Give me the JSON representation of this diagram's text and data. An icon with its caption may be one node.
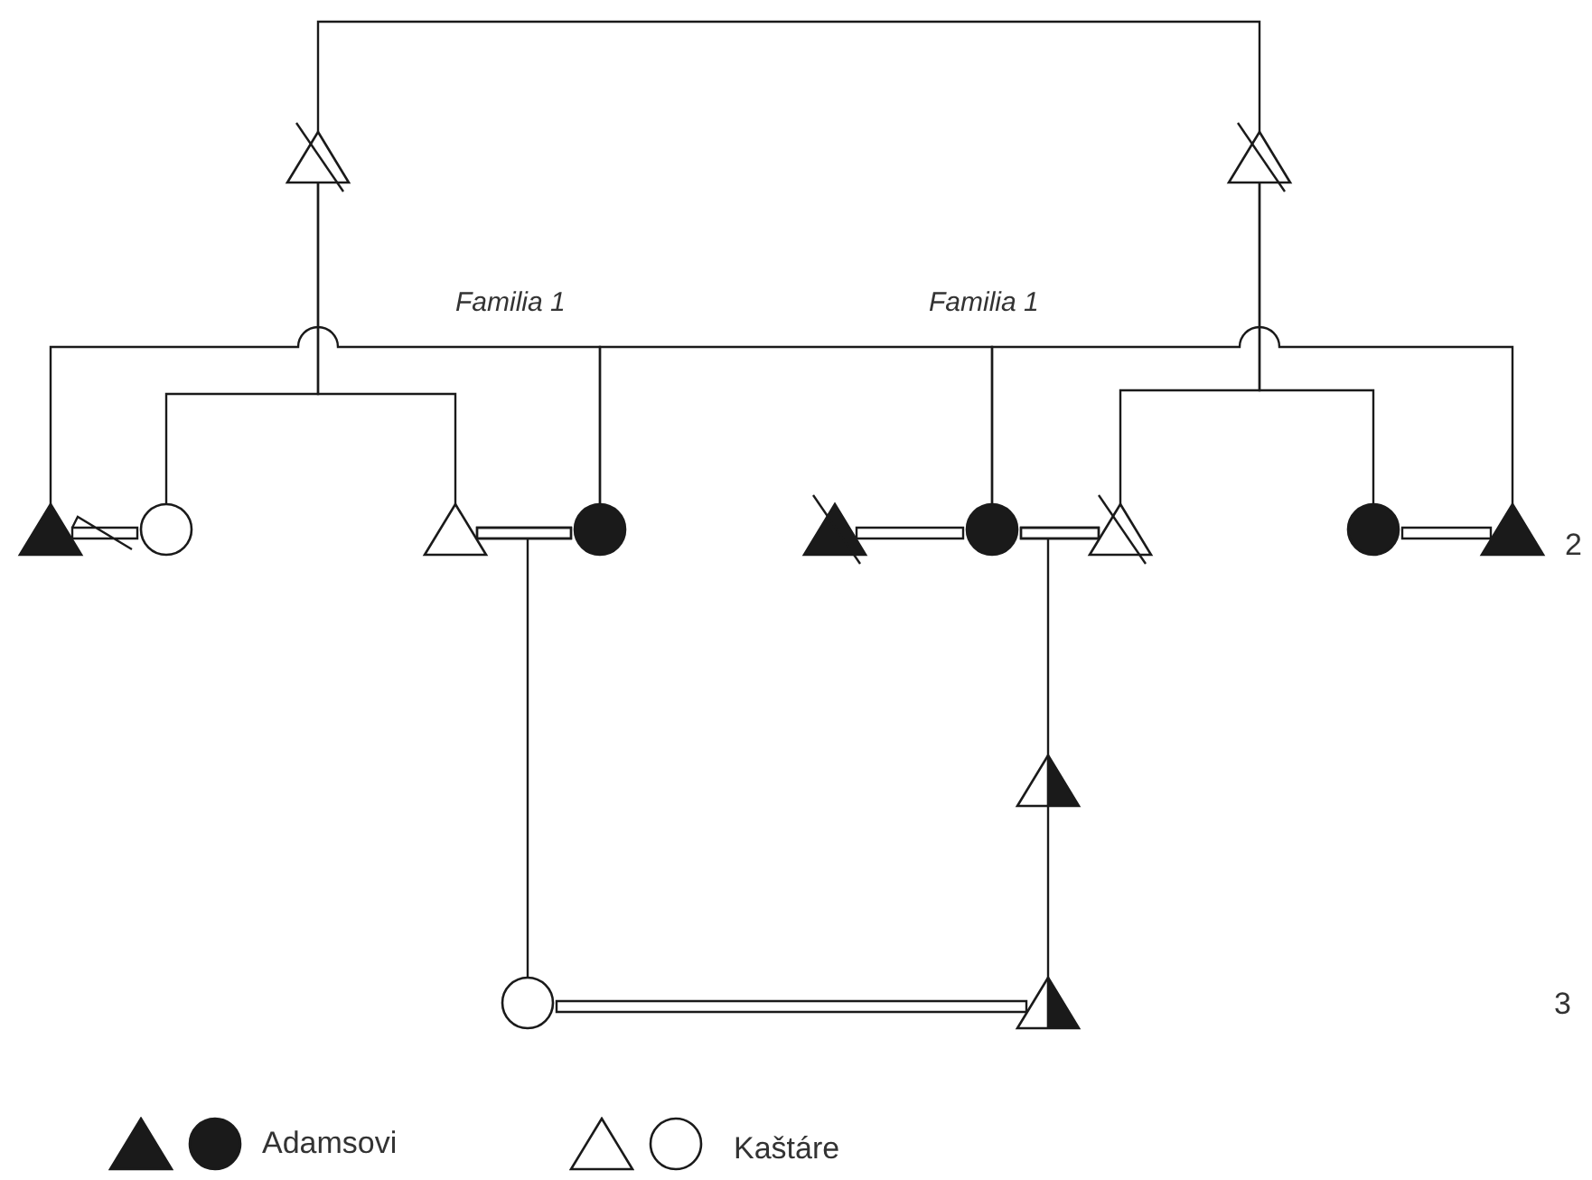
{
  "diagram": {
    "nodes": [
      {
        "text": [],
        "shape": "triangle"
      },
      {
        "text": [],
        "shape": "triangle"
      },
      {
        "text": [],
        "shape": "triangle"
      },
      {
        "text": [],
        "shape": "circle"
      },
      {
        "text": [],
        "shape": "triangle"
      },
      {
        "text": [],
        "shape": "circle"
      },
      {
        "text": [],
        "shape": "triangle"
      },
      {
        "text": [],
        "shape": "circle"
      },
      {
        "text": [],
        "shape": "triangle"
      },
      {
        "text": [],
        "shape": "circle"
      },
      {
        "text": [],
        "shape": "triangle"
      },
      {
        "text": [],
        "shape": "triangle"
      },
      {
        "text": [],
        "shape": "circle"
      },
      {
        "text": [],
        "shape": "triangle"
      }
    ],
    "edges": [
      {
        "from": 0,
        "to": 1,
        "arrow": "none"
      },
      {
        "from": 0,
        "to": 3,
        "arrow": "none"
      },
      {
        "from": 0,
        "to": 4,
        "arrow": "none"
      },
      {
        "from": 1,
        "to": 8,
        "arrow": "none"
      },
      {
        "from": 1,
        "to": 9,
        "arrow": "none"
      },
      {
        "from": 2,
        "to": 5,
        "arrow": "none"
      },
      {
        "from": 5,
        "to": 7,
        "arrow": "none"
      },
      {
        "from": 7,
        "to": 10,
        "arrow": "none"
      },
      {
        "from": 2,
        "to": 3,
        "arrow": "none"
      },
      {
        "from": 4,
        "to": 5,
        "arrow": "none"
      },
      {
        "from": 6,
        "to": 7,
        "arrow": "none"
      },
      {
        "from": 7,
        "to": 8,
        "arrow": "none"
      },
      {
        "from": 9,
        "to": 10,
        "arrow": "none"
      },
      {
        "from": 4,
        "to": 12,
        "arrow": "none"
      },
      {
        "from": 5,
        "to": 12,
        "arrow": "none"
      },
      {
        "from": 7,
        "to": 11,
        "arrow": "none"
      },
      {
        "from": 8,
        "to": 11,
        "arrow": "none"
      },
      {
        "from": 11,
        "to": 13,
        "arrow": "none"
      },
      {
        "from": 12,
        "to": 13,
        "arrow": "none"
      }
    ],
    "labels": [
      "Familia 1",
      "Familia 1",
      "2",
      "3"
    ],
    "legend": [
      {
        "text": "Adamsovi"
      },
      {
        "text": "Kaštáre"
      }
    ]
  }
}
